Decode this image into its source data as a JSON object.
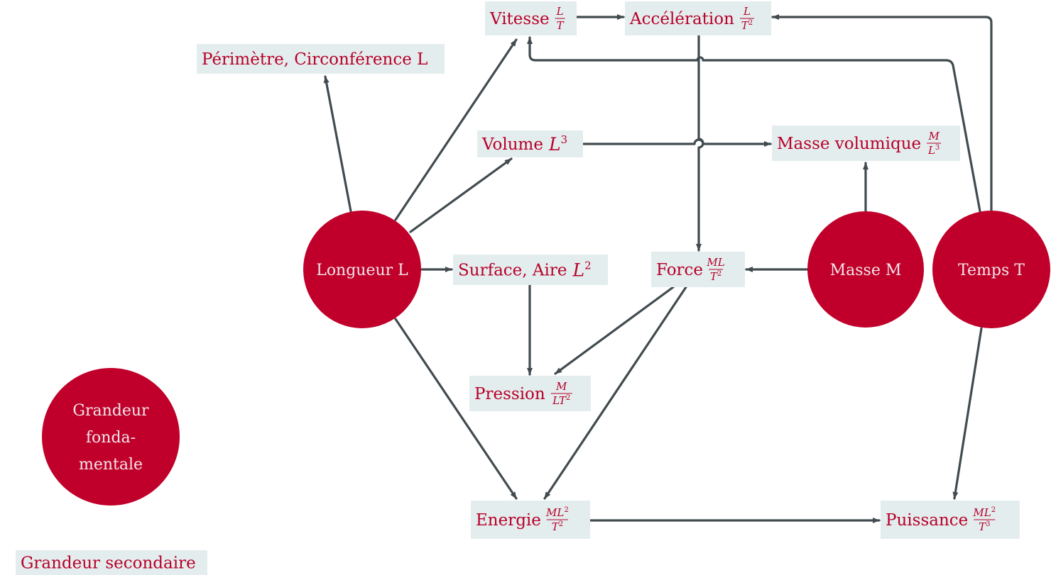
{
  "colors": {
    "circle_fill": "#c0002a",
    "circle_text": "#f3e6ea",
    "box_fill": "#e3eded",
    "box_text": "#b8002a",
    "arrow": "#414b4f",
    "background": "#ffffff"
  },
  "circles": {
    "longueur": {
      "label": "Longueur L"
    },
    "masse": {
      "label": "Masse M"
    },
    "temps": {
      "label": "Temps T"
    },
    "legend": {
      "lines": [
        "Grandeur",
        "fonda-",
        "mentale"
      ]
    }
  },
  "boxes": {
    "perimetre": {
      "label": "Périmètre, Circonférence L"
    },
    "vitesse": {
      "label": "Vitesse",
      "unit": {
        "num": "L",
        "den": "T"
      }
    },
    "acceleration": {
      "label": "Accélération",
      "unit": {
        "num": "L",
        "den": "T",
        "den_exp": "2"
      }
    },
    "volume": {
      "label": "Volume",
      "unit": {
        "base": "L",
        "exp": "3"
      }
    },
    "masse_volumique": {
      "label": "Masse volumique",
      "unit": {
        "num": "M",
        "den": "L",
        "den_exp": "3"
      }
    },
    "surface": {
      "label": "Surface, Aire",
      "unit": {
        "base": "L",
        "exp": "2"
      }
    },
    "force": {
      "label": "Force",
      "unit": {
        "num": "ML",
        "den": "T",
        "den_exp": "2"
      }
    },
    "pression": {
      "label": "Pression",
      "unit": {
        "num": "M",
        "den": "LT",
        "den_exp": "2"
      }
    },
    "energie": {
      "label": "Energie",
      "unit": {
        "num": "ML",
        "num_exp": "2",
        "den": "T",
        "den_exp": "2"
      }
    },
    "puissance": {
      "label": "Puissance",
      "unit": {
        "num": "ML",
        "num_exp": "2",
        "den": "T",
        "den_exp": "3"
      }
    },
    "legend": {
      "label": "Grandeur secondaire"
    }
  }
}
